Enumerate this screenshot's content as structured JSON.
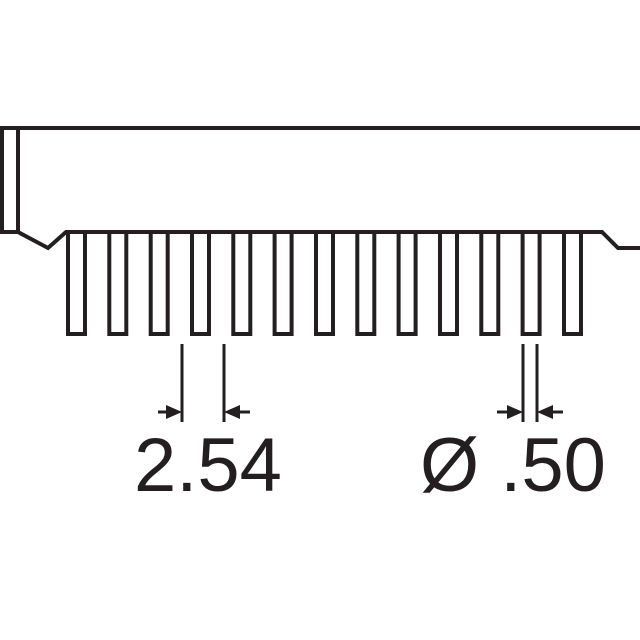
{
  "drawing": {
    "type": "connector-outline",
    "pin_count": 13,
    "stroke_color": "#231f20",
    "background_color": "#ffffff"
  },
  "dimensions": {
    "pitch": {
      "value": "2.54"
    },
    "pin_diameter": {
      "value": "Ø .50"
    }
  }
}
